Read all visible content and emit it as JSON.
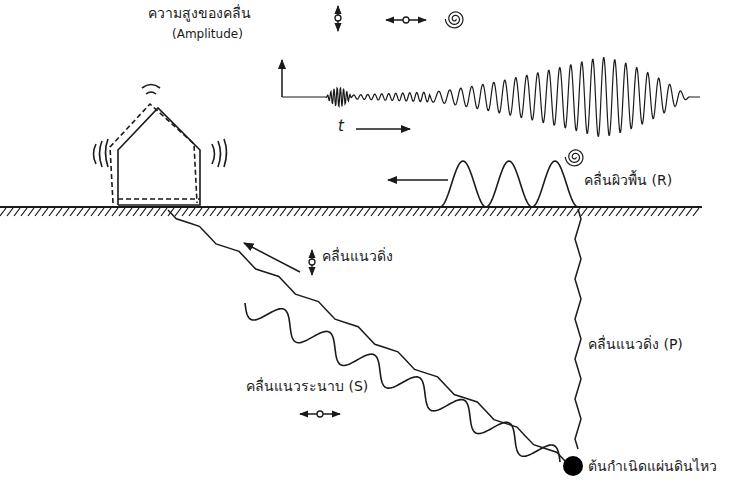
{
  "diagram": {
    "labels": [
      "ความสูงของคลื่น",
      "(Amplitude)",
      "t",
      "คลื่นผิวพื้น (R)",
      "คลื่นแนวดิ่ง",
      "คลื่นแนวดิ่ง (P)",
      "คลื่นแนวระนาบ (S)",
      "ต้นกำเนิดแผ่นดินไหว"
    ]
  }
}
